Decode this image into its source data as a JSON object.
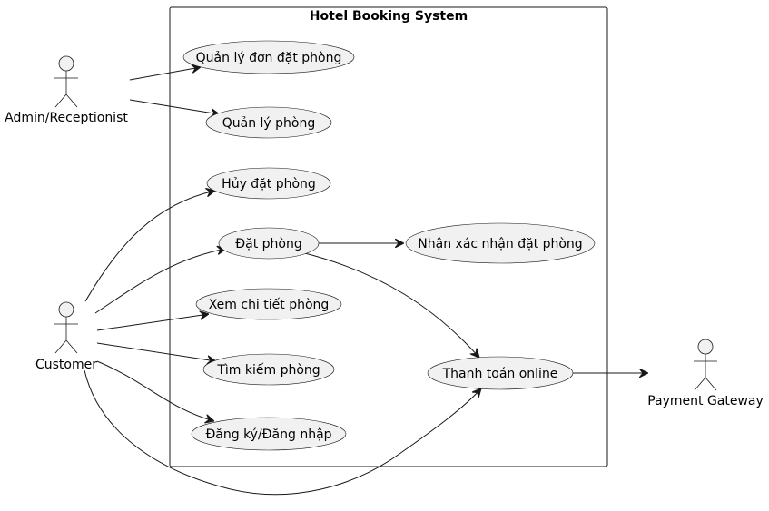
{
  "system": {
    "title": "Hotel Booking System"
  },
  "actors": {
    "admin": "Admin/Receptionist",
    "customer": "Customer",
    "payment": "Payment Gateway"
  },
  "use_cases": {
    "manage_bookings": "Quản lý đơn đặt phòng",
    "manage_rooms": "Quản lý phòng",
    "cancel_booking": "Hủy đặt phòng",
    "book_room": "Đặt phòng",
    "receive_confirmation": "Nhận xác nhận đặt phòng",
    "view_room_details": "Xem chi tiết phòng",
    "search_rooms": "Tìm kiếm phòng",
    "register_login": "Đăng ký/Đăng nhập",
    "online_payment": "Thanh toán online"
  }
}
